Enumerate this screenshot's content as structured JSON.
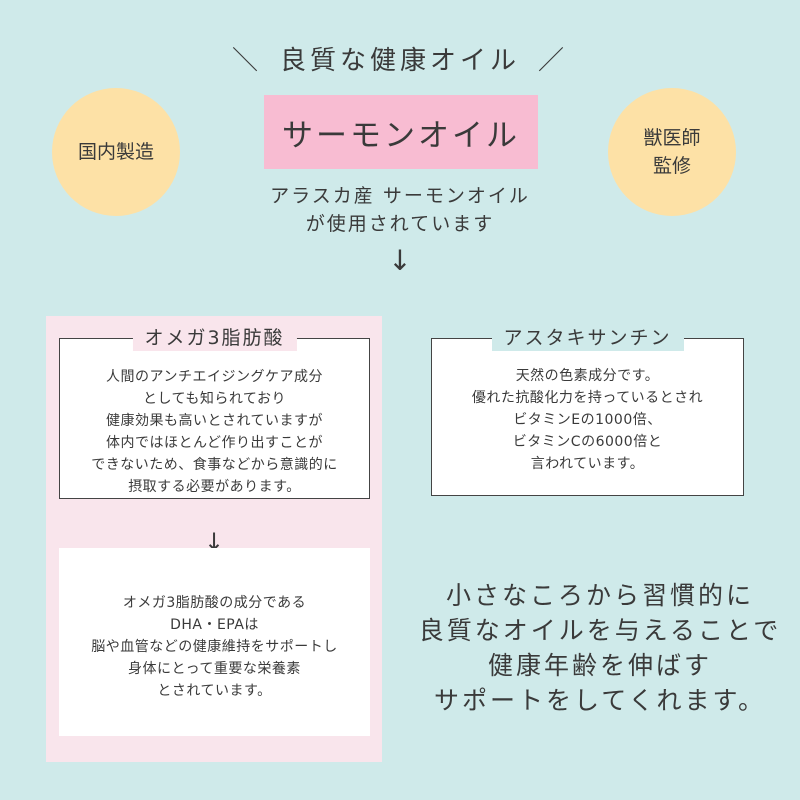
{
  "header": {
    "slash_left": "＼",
    "tagline": "良質な健康オイル",
    "slash_right": "／"
  },
  "badges": {
    "left": "国内製造",
    "right_line1": "獣医師",
    "right_line2": "監修"
  },
  "product": {
    "title": "サーモンオイル",
    "subtitle_line1": "アラスカ産 サーモンオイル",
    "subtitle_line2": "が使用されています",
    "arrow": "↓"
  },
  "omega": {
    "label": "オメガ3脂肪酸",
    "text": "人間のアンチエイジングケア成分\nとしても知られており\n健康効果も高いとされていますが\n体内ではほとんど作り出すことが\nできないため、食事などから意識的に\n摂取する必要があります。",
    "arrow": "↓",
    "detail": "オメガ3脂肪酸の成分である\nDHA・EPAは\n脳や血管などの健康維持をサポートし\n身体にとって重要な栄養素\nとされています。"
  },
  "astaxanthin": {
    "label": "アスタキサンチン",
    "text": "天然の色素成分です。\n優れた抗酸化力を持っているとされ\nビタミンEの1000倍、\nビタミンCの6000倍と\n言われています。"
  },
  "closing": {
    "text": "小さなころから習慣的に\n良質なオイルを与えることで\n健康年齢を伸ばす\nサポートをしてくれます。"
  },
  "colors": {
    "background": "#cfeaea",
    "badge": "#fde1a6",
    "title_box": "#f8bcd2",
    "pink_panel": "#f9e5ec"
  }
}
